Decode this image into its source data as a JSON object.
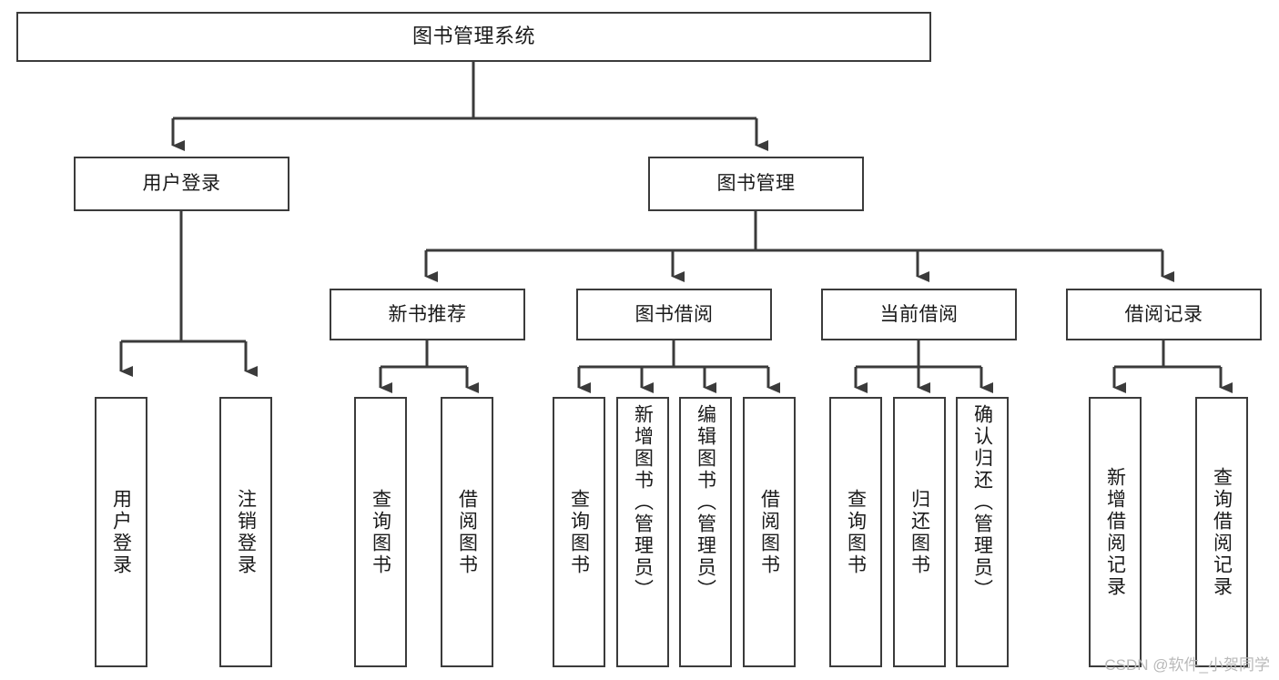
{
  "diagram": {
    "type": "tree-hierarchy",
    "title": "图书管理系统",
    "orientation": "top-down",
    "colors": {
      "stroke": "#3b3b3b",
      "fill": "#ffffff",
      "text": "#1a1a1a",
      "watermark": "#b9b9b9"
    },
    "nodes": {
      "root": {
        "label": "图书管理系统"
      },
      "level2": [
        {
          "id": "user-login",
          "label": "用户登录"
        },
        {
          "id": "book-manage",
          "label": "图书管理"
        }
      ],
      "level3": [
        {
          "id": "new-book-rec",
          "label": "新书推荐"
        },
        {
          "id": "book-borrow",
          "label": "图书借阅"
        },
        {
          "id": "current-borrow",
          "label": "当前借阅"
        },
        {
          "id": "borrow-record",
          "label": "借阅记录"
        }
      ],
      "leaves": {
        "user_login": [
          {
            "id": "leaf-user-login",
            "label": "用户登录"
          },
          {
            "id": "leaf-logout",
            "label": "注销登录"
          }
        ],
        "new_book_rec": [
          {
            "id": "leaf-query-book-1",
            "label": "查询图书"
          },
          {
            "id": "leaf-borrow-book-1",
            "label": "借阅图书"
          }
        ],
        "book_borrow": [
          {
            "id": "leaf-query-book-2",
            "label": "查询图书"
          },
          {
            "id": "leaf-add-book",
            "label": "新增图书（管理员）"
          },
          {
            "id": "leaf-edit-book",
            "label": "编辑图书（管理员）"
          },
          {
            "id": "leaf-borrow-book-2",
            "label": "借阅图书"
          }
        ],
        "current_borrow": [
          {
            "id": "leaf-query-book-3",
            "label": "查询图书"
          },
          {
            "id": "leaf-return-book",
            "label": "归还图书"
          },
          {
            "id": "leaf-confirm-return",
            "label": "确认归还（管理员）"
          }
        ],
        "borrow_record": [
          {
            "id": "leaf-add-record",
            "label": "新增借阅记录"
          },
          {
            "id": "leaf-query-record",
            "label": "查询借阅记录"
          }
        ]
      }
    },
    "watermark": "CSDN @软件_小贺同学"
  }
}
